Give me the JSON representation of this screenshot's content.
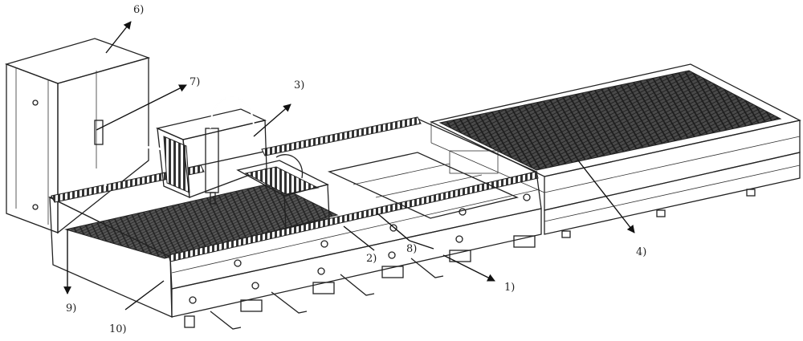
{
  "callouts": [
    {
      "id": "1",
      "text": "1)"
    },
    {
      "id": "2",
      "text": "2)"
    },
    {
      "id": "3",
      "text": "3)"
    },
    {
      "id": "4",
      "text": "4)"
    },
    {
      "id": "6",
      "text": "6)"
    },
    {
      "id": "7",
      "text": "7)"
    },
    {
      "id": "8",
      "text": "8)"
    },
    {
      "id": "9",
      "text": "9)"
    },
    {
      "id": "10",
      "text": "10)"
    }
  ],
  "colors": {
    "line": "#222222",
    "grid": "#3a3a3a",
    "background": "#ffffff"
  }
}
